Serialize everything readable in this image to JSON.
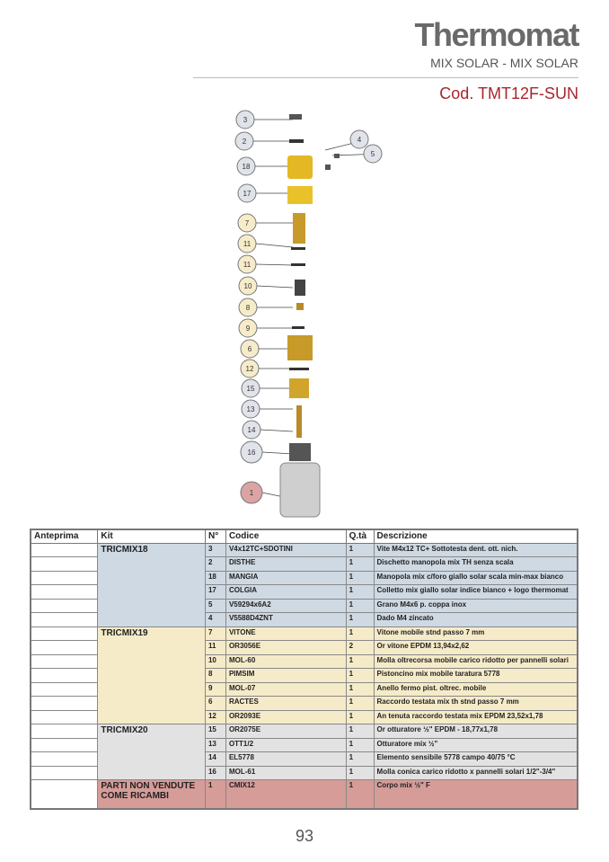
{
  "header": {
    "brand": "Thermomat",
    "subtitle": "MIX SOLAR - MIX SOLAR",
    "code": "Cod. TMT12F-SUN"
  },
  "diagram": {
    "callouts": [
      "3",
      "2",
      "18",
      "17",
      "4",
      "5",
      "7",
      "11",
      "11",
      "10",
      "8",
      "9",
      "6",
      "12",
      "15",
      "13",
      "14",
      "16",
      "1"
    ]
  },
  "table": {
    "headers": [
      "Anteprima",
      "Kit",
      "N°",
      "Codice",
      "Q.tà",
      "Descrizione"
    ],
    "groups": [
      {
        "kit": "TRICMIX18",
        "color": "#cfd9e3",
        "rows": [
          {
            "n": "3",
            "code": "V4x12TC+SDOTINI",
            "qty": "1",
            "desc": "Vite M4x12 TC+ Sottotesta dent. ott. nich."
          },
          {
            "n": "2",
            "code": "DISTHE",
            "qty": "1",
            "desc": "Dischetto manopola mix TH senza scala"
          },
          {
            "n": "18",
            "code": "MANGIA",
            "qty": "1",
            "desc": "Manopola mix c/foro giallo solar scala min-max bianco"
          },
          {
            "n": "17",
            "code": "COLGIA",
            "qty": "1",
            "desc": "Colletto mix giallo solar indice bianco + logo thermomat"
          },
          {
            "n": "5",
            "code": "V59294x6A2",
            "qty": "1",
            "desc": "Grano M4x6 p. coppa inox"
          },
          {
            "n": "4",
            "code": "V5588D4ZNT",
            "qty": "1",
            "desc": "Dado M4 zincato"
          }
        ]
      },
      {
        "kit": "TRICMIX19",
        "color": "#f6ebc8",
        "rows": [
          {
            "n": "7",
            "code": "VITONE",
            "qty": "1",
            "desc": "Vitone mobile stnd passo 7 mm"
          },
          {
            "n": "11",
            "code": "OR3056E",
            "qty": "2",
            "desc": "Or vitone EPDM 13,94x2,62"
          },
          {
            "n": "10",
            "code": "MOL-60",
            "qty": "1",
            "desc": "Molla oltrecorsa mobile carico ridotto per pannelli solari"
          },
          {
            "n": "8",
            "code": "PIMSIM",
            "qty": "1",
            "desc": "Pistoncino mix mobile taratura 5778"
          },
          {
            "n": "9",
            "code": "MOL-07",
            "qty": "1",
            "desc": "Anello fermo pist. oltrec. mobile"
          },
          {
            "n": "6",
            "code": "RACTES",
            "qty": "1",
            "desc": "Raccordo testata mix th stnd passo 7 mm"
          },
          {
            "n": "12",
            "code": "OR2093E",
            "qty": "1",
            "desc": "An tenuta raccordo testata mix EPDM 23,52x1,78"
          }
        ]
      },
      {
        "kit": "TRICMIX20",
        "color": "#e2e2e2",
        "rows": [
          {
            "n": "15",
            "code": "OR2075E",
            "qty": "1",
            "desc": "Or otturatore ½\" EPDM - 18,77x1,78"
          },
          {
            "n": "13",
            "code": "OTT1/2",
            "qty": "1",
            "desc": "Otturatore mix ½\""
          },
          {
            "n": "14",
            "code": "EL5778",
            "qty": "1",
            "desc": "Elemento sensibile 5778 campo            40/75 °C"
          },
          {
            "n": "16",
            "code": "MOL-61",
            "qty": "1",
            "desc": "Molla conica carico ridotto x pannelli solari 1/2\"-3/4\""
          }
        ]
      },
      {
        "kit": "PARTI NON VENDUTE COME RICAMBI",
        "color": "#d59c98",
        "rows": [
          {
            "n": "1",
            "code": "CMIX12",
            "qty": "1",
            "desc": "Corpo mix ½\" F"
          }
        ]
      }
    ]
  },
  "page_number": "93"
}
